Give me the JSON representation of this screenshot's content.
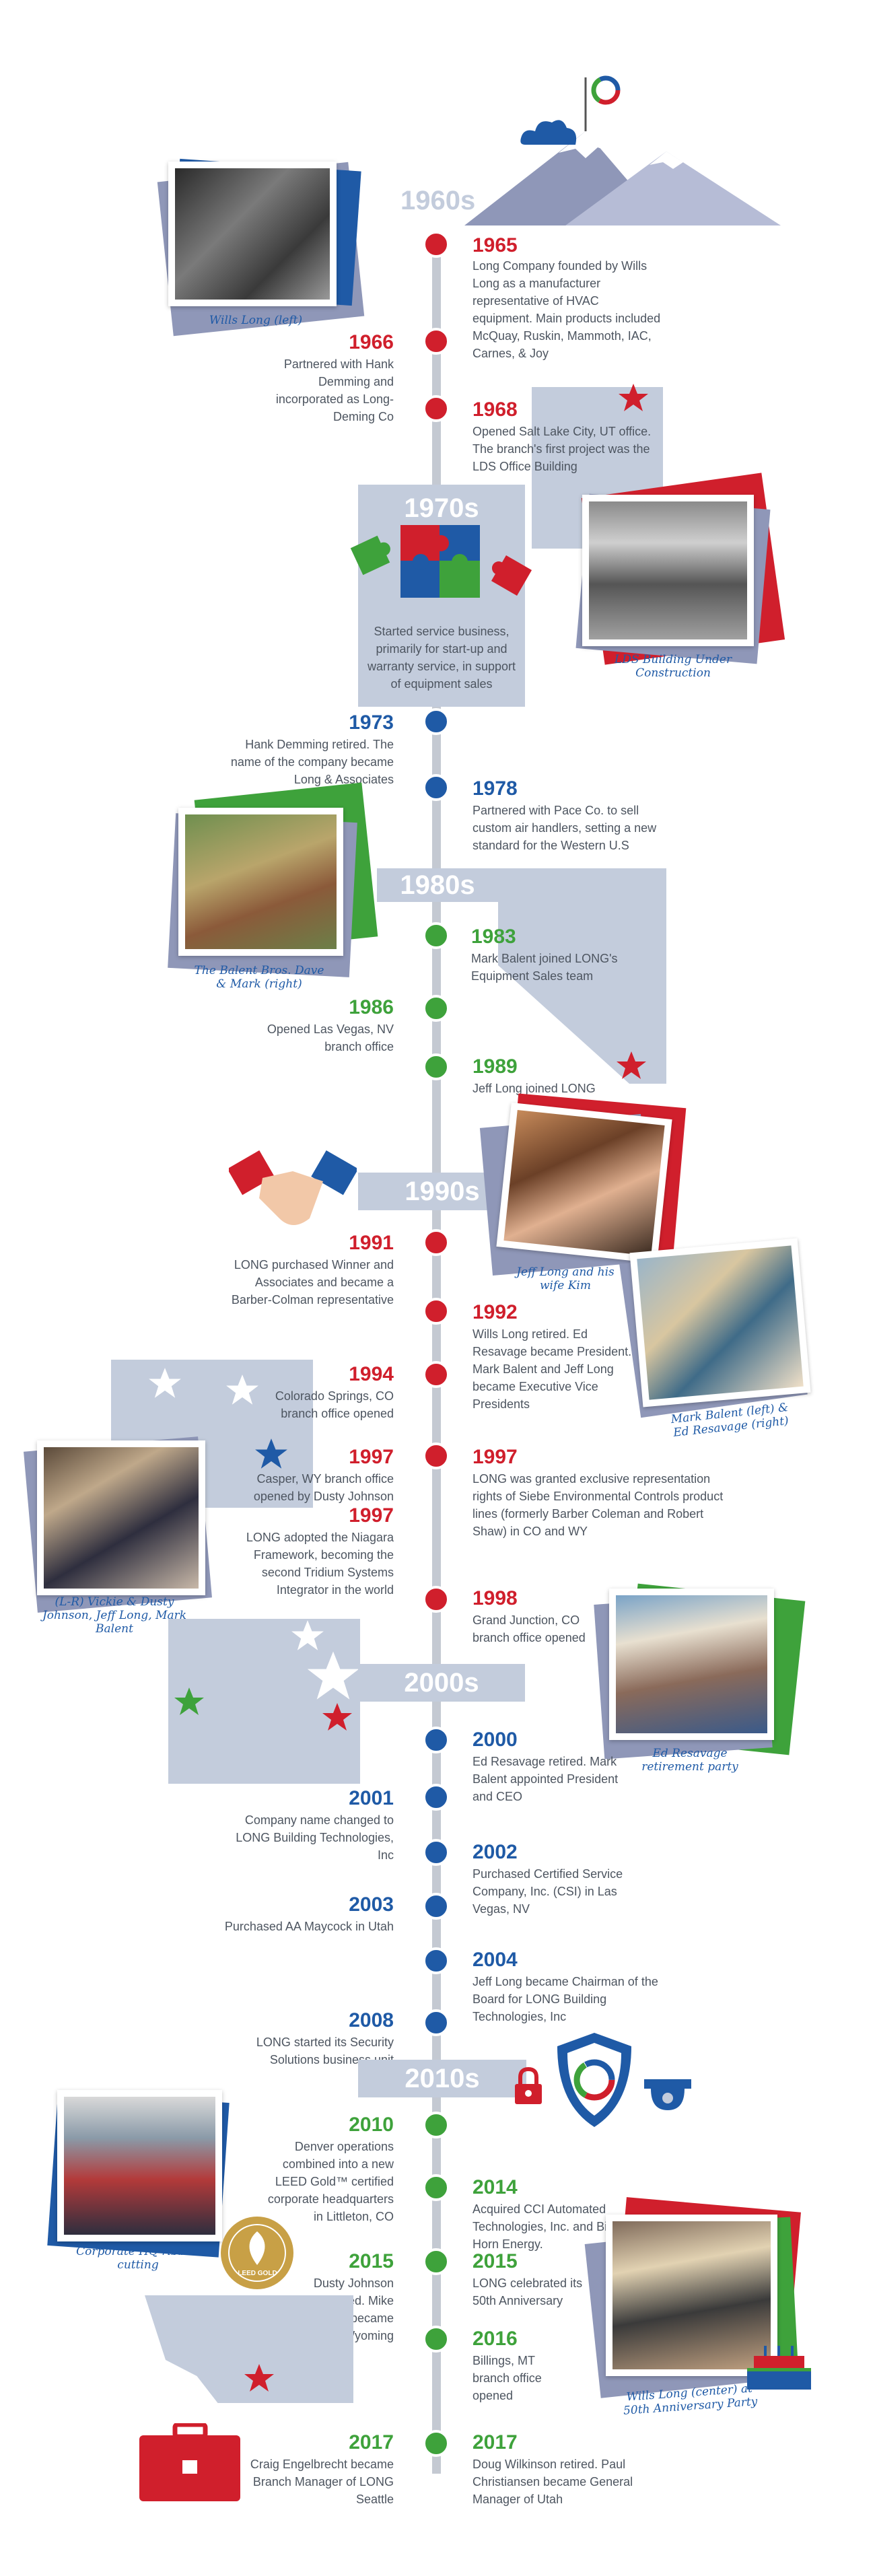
{
  "decades": [
    "1960s",
    "1970s",
    "1980s",
    "1990s",
    "2000s",
    "2010s"
  ],
  "events": {
    "e1965": {
      "year": "1965",
      "text": "Long Company founded by Wills Long as a manufacturer representative of HVAC equipment. Main products included McQuay, Ruskin, Mammoth, IAC, Carnes, & Joy"
    },
    "e1966": {
      "year": "1966",
      "text": "Partnered with Hank Demming and incorporated as Long-Deming Co"
    },
    "e1968": {
      "year": "1968",
      "text": "Opened Salt Lake City, UT office. The branch's first project was the LDS Office Building"
    },
    "e1970s": {
      "text": "Started service business, primarily for start-up and warranty service, in support of equipment sales"
    },
    "e1973": {
      "year": "1973",
      "text": "Hank Demming retired. The name of the company became Long & Associates"
    },
    "e1978": {
      "year": "1978",
      "text": "Partnered with Pace Co. to sell custom air handlers, setting a new standard for the Western U.S"
    },
    "e1983": {
      "year": "1983",
      "text": "Mark Balent joined LONG's Equipment Sales team"
    },
    "e1986": {
      "year": "1986",
      "text": "Opened Las Vegas, NV branch office"
    },
    "e1989": {
      "year": "1989",
      "text": "Jeff Long joined LONG"
    },
    "e1991": {
      "year": "1991",
      "text": "LONG purchased Winner and Associates and became a Barber-Colman representative"
    },
    "e1992": {
      "year": "1992",
      "text": "Wills Long retired. Ed Resavage became President.  Mark Balent and Jeff Long became Executive Vice Presidents"
    },
    "e1994": {
      "year": "1994",
      "text": "Colorado Springs, CO branch office opened"
    },
    "e1997a": {
      "year": "1997",
      "text": "Casper, WY branch office opened by Dusty Johnson"
    },
    "e1997b": {
      "year": "1997",
      "text": "LONG was granted exclusive representation rights of Siebe Environmental Controls product lines (formerly Barber Coleman and Robert Shaw) in CO and WY"
    },
    "e1997c": {
      "year": "1997",
      "text": "LONG adopted the Niagara Framework, becoming the second Tridium Systems Integrator in the world"
    },
    "e1998": {
      "year": "1998",
      "text": "Grand Junction, CO branch office opened"
    },
    "e2000": {
      "year": "2000",
      "text": "Ed Resavage retired. Mark Balent appointed President and CEO"
    },
    "e2001": {
      "year": "2001",
      "text": "Company name changed to LONG Building Technologies, Inc"
    },
    "e2002": {
      "year": "2002",
      "text": "Purchased Certified Service Company, Inc. (CSI) in Las Vegas, NV"
    },
    "e2003": {
      "year": "2003",
      "text": "Purchased AA Maycock in Utah"
    },
    "e2004": {
      "year": "2004",
      "text": "Jeff Long became Chairman of the Board for LONG Building Technologies, Inc"
    },
    "e2008": {
      "year": "2008",
      "text": "LONG started its Security Solutions business unit"
    },
    "e2010": {
      "year": "2010",
      "text": "Denver operations combined into a new LEED Gold™ certified corporate headquarters in Littleton, CO"
    },
    "e2014": {
      "year": "2014",
      "text": "Acquired CCI Automated Technologies, Inc. and Big Horn Energy."
    },
    "e2015a": {
      "year": "2015",
      "text": "Dusty Johnson retired. Mike Brown became VP of Wyoming"
    },
    "e2015b": {
      "year": "2015",
      "text": "LONG celebrated its 50th Anniversary"
    },
    "e2016": {
      "year": "2016",
      "text": "Billings, MT branch office opened"
    },
    "e2017a": {
      "year": "2017",
      "text": "Craig Engelbrecht became Branch Manager of LONG Seattle"
    },
    "e2017b": {
      "year": "2017",
      "text": "Doug Wilkinson retired. Paul Christiansen became General Manager of Utah"
    }
  },
  "captions": {
    "wills": "Wills Long (left)",
    "lds": "LDS Building Under Construction",
    "balent": "The Balent Bros. Dave & Mark (right)",
    "jeff": "Jeff Long and his wife Kim",
    "mark_ed": "Mark Balent (left) & Ed Resavage (right)",
    "group": "(L-R) Vickie & Dusty Johnson, Jeff Long, Mark Balent",
    "ed": "Ed Resavage retirement party",
    "hq": "Corporate HQ ribbon cutting",
    "anniv": "Wills Long (center) at 50th Anniversary Party"
  },
  "badge": "LEED GOLD",
  "colors": {
    "red": "#d01f2c",
    "blue": "#1f5aa6",
    "green": "#3ea23b",
    "gray": "#c3ccdc"
  }
}
